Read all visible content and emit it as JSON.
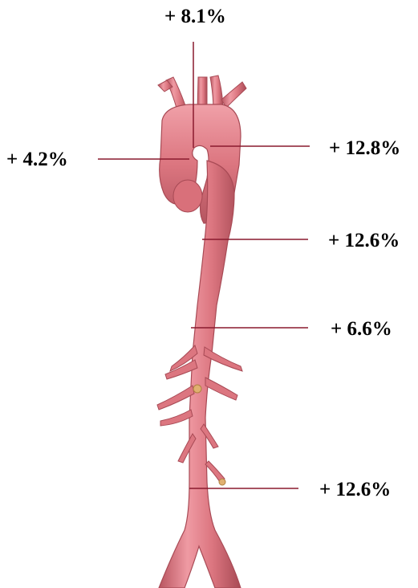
{
  "colors": {
    "vessel": "#d9707a",
    "vessel_light": "#ef9aa3",
    "vessel_dark": "#a84a55",
    "leader_line": "#8a1a2e",
    "calcification": "#e0b070",
    "text": "#000000"
  },
  "measurements": [
    {
      "id": "aortic-arch-top",
      "value": "+ 8.1%"
    },
    {
      "id": "ascending-aorta",
      "value": "+ 4.2%"
    },
    {
      "id": "proximal-descending-aorta",
      "value": "+ 12.8%"
    },
    {
      "id": "descending-thoracic-aorta",
      "value": "+ 12.6%"
    },
    {
      "id": "suprarenal-aorta",
      "value": "+ 6.6%"
    },
    {
      "id": "infrarenal-aorta",
      "value": "+ 12.6%"
    }
  ]
}
